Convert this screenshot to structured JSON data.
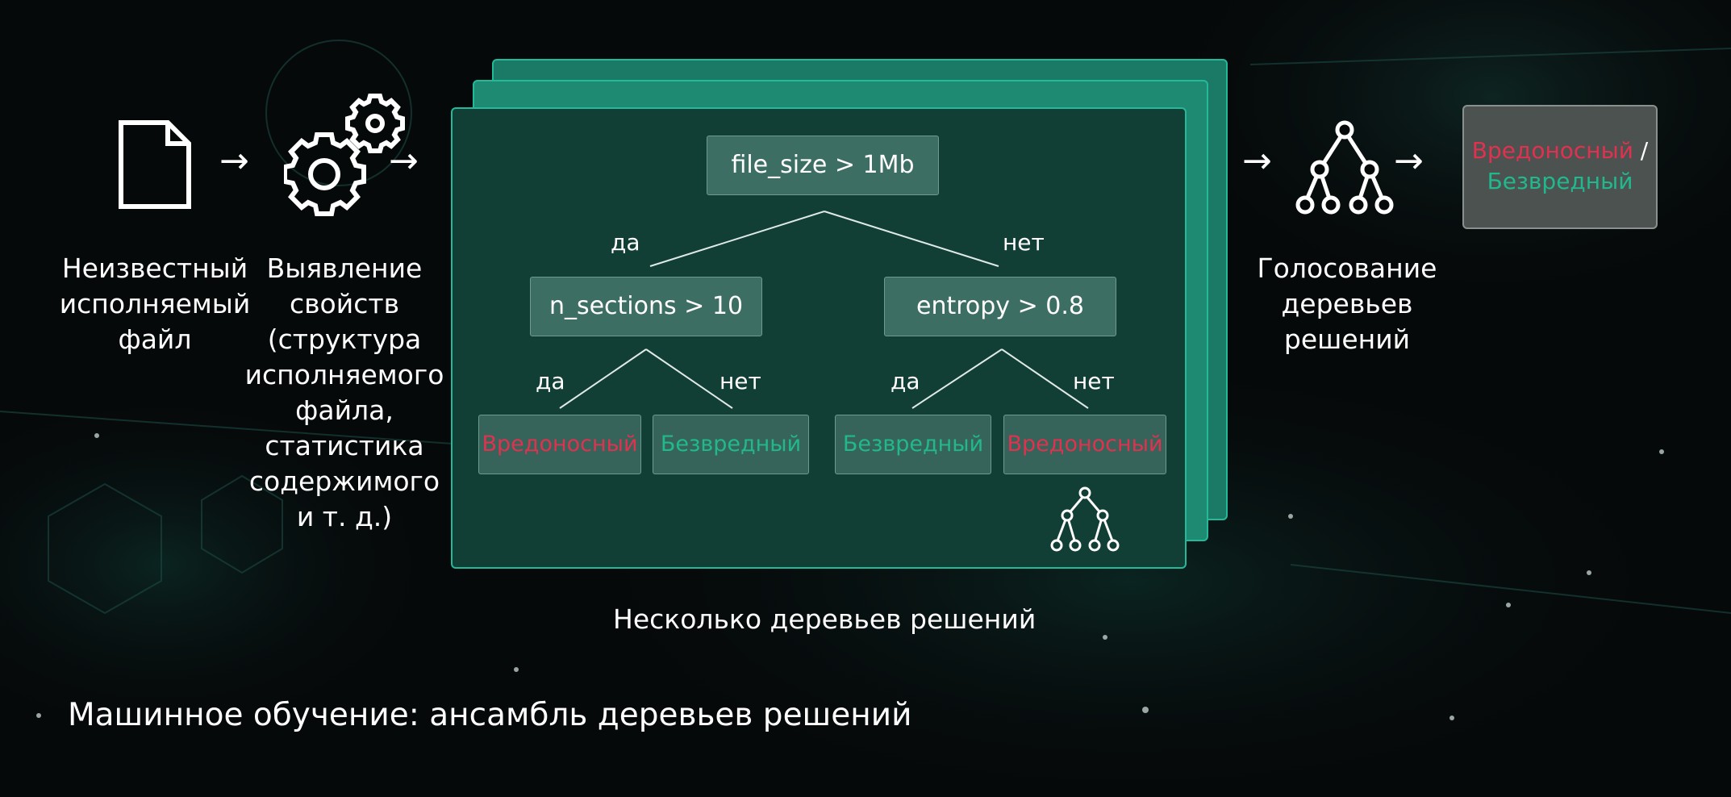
{
  "steps": {
    "unknown_file": {
      "label": "Неизвестный исполняемый файл",
      "lines": [
        "Неизвестный",
        "исполняемый",
        "файл"
      ]
    },
    "features": {
      "label": "Выявление свойств (структура исполняемого файла, статистика содержимого и т. д.)",
      "lines": [
        "Выявление",
        "свойств",
        "(структура",
        "исполняемого",
        "файла,",
        "статистика",
        "содержимого",
        "и т. д.)"
      ]
    },
    "voting": {
      "label": "Голосование деревьев решений",
      "lines": [
        "Голосование",
        "деревьев",
        "решений"
      ]
    }
  },
  "arrow_glyph": "→",
  "tree": {
    "root": "file_size > 1Mb",
    "root_yes": "да",
    "root_no": "нет",
    "left": "n_sections > 10",
    "right": "entropy > 0.8",
    "branch_yes": "да",
    "branch_no": "нет",
    "leaves": [
      "Вредоносный",
      "Безвредный",
      "Безвредный",
      "Вредоносный"
    ],
    "leaf_classes": [
      "malicious",
      "benign",
      "benign",
      "malicious"
    ]
  },
  "trees_caption": "Несколько деревьев решений",
  "result": {
    "malicious": "Вредоносный",
    "separator": " /",
    "benign": "Безвредный"
  },
  "slide_title": "Машинное обучение: ансамбль деревьев решений",
  "icons": {
    "file": "file-icon",
    "gears": "gears-icon",
    "tree_small": "decision-tree-icon",
    "tree_large": "decision-tree-icon"
  },
  "colors": {
    "background": "#06090a",
    "card_front": "#123f35",
    "card_back": "#1e8a72",
    "malicious": "#e0314f",
    "benign": "#22b88e"
  }
}
